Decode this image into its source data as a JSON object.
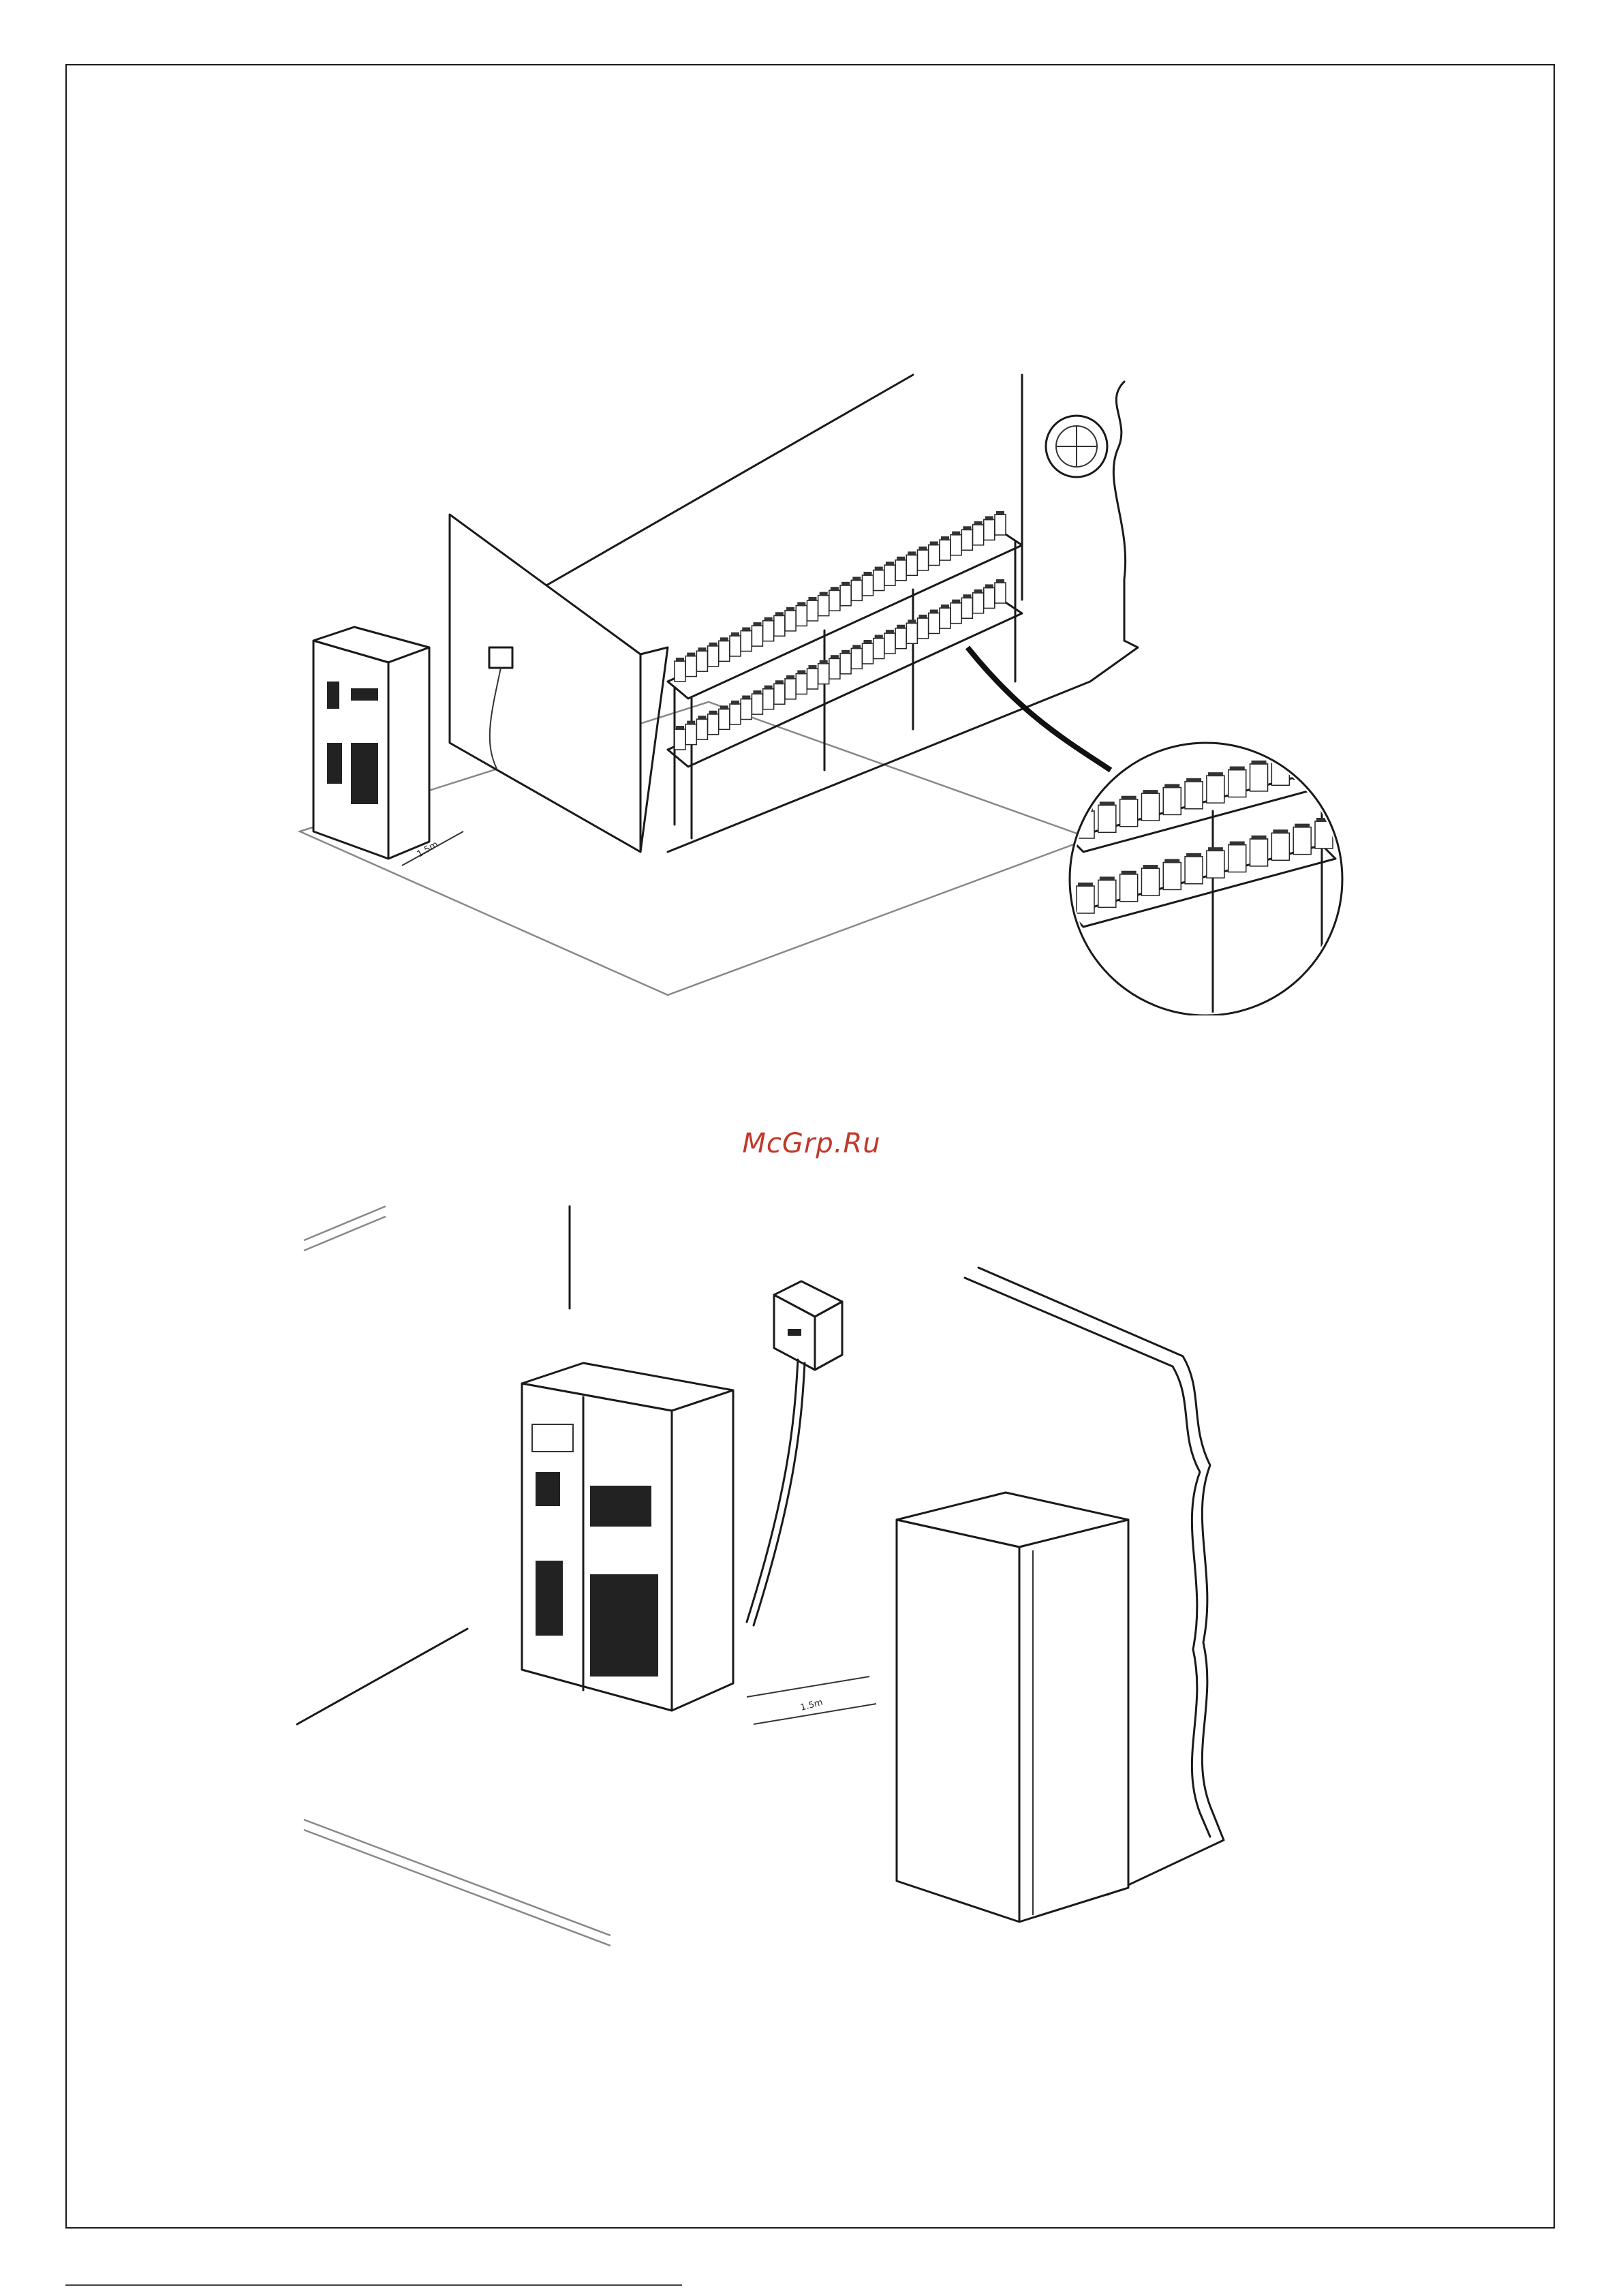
{
  "watermark": "McGrp.Ru",
  "colors": {
    "watermark": "#c0392b",
    "lines": "#1a1a1a"
  },
  "top_figure": {
    "dimension_label": "1.5m"
  },
  "bottom_figure": {
    "dimension_label": "1.5m"
  }
}
